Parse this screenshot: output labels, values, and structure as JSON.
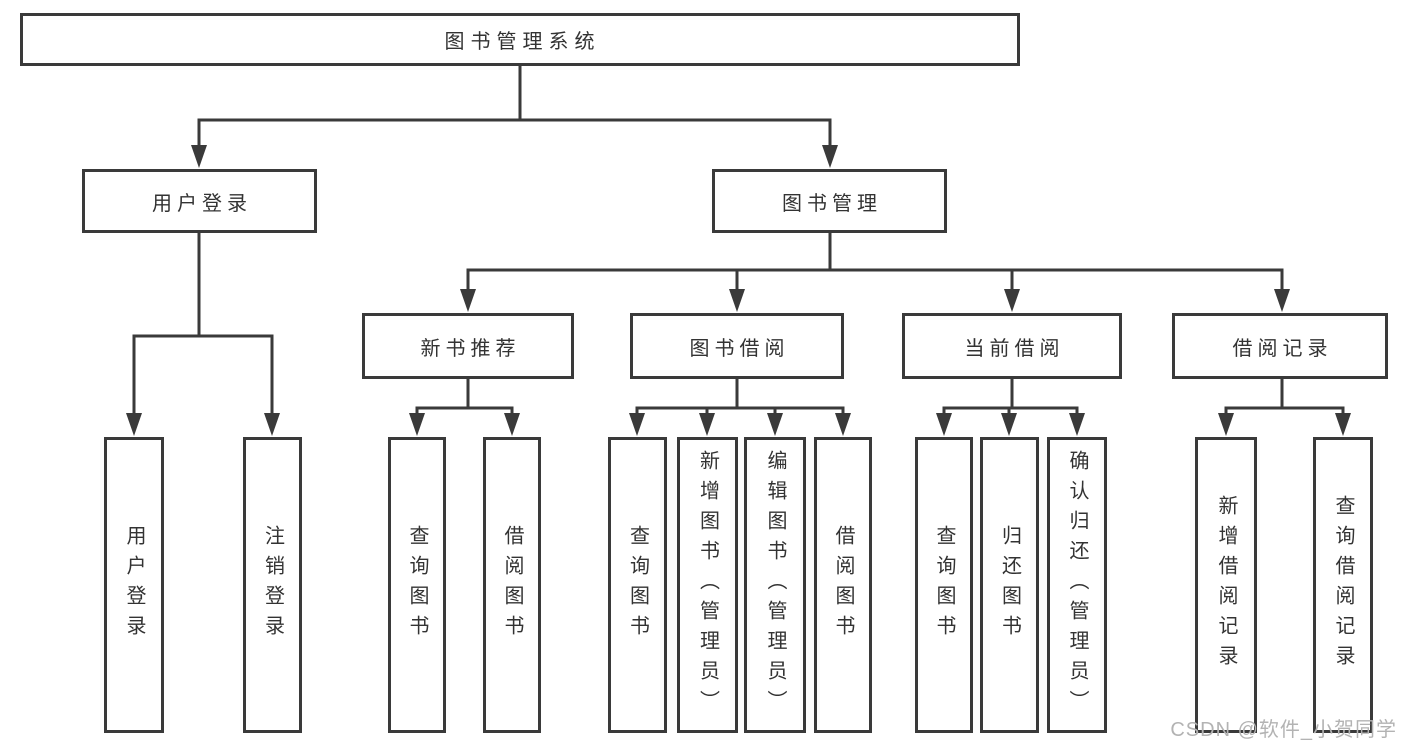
{
  "tree": {
    "root": {
      "label": "图书管理系统"
    },
    "branches": [
      {
        "label": "用户登录",
        "children": [
          {
            "label": "用户登录"
          },
          {
            "label": "注销登录"
          }
        ]
      },
      {
        "label": "图书管理",
        "children": [
          {
            "label": "新书推荐",
            "children": [
              {
                "label": "查询图书"
              },
              {
                "label": "借阅图书"
              }
            ]
          },
          {
            "label": "图书借阅",
            "children": [
              {
                "label": "查询图书"
              },
              {
                "label": "新增图书（管理员）"
              },
              {
                "label": "编辑图书（管理员）"
              },
              {
                "label": "借阅图书"
              }
            ]
          },
          {
            "label": "当前借阅",
            "children": [
              {
                "label": "查询图书"
              },
              {
                "label": "归还图书"
              },
              {
                "label": "确认归还（管理员）"
              }
            ]
          },
          {
            "label": "借阅记录",
            "children": [
              {
                "label": "新增借阅记录"
              },
              {
                "label": "查询借阅记录"
              }
            ]
          }
        ]
      }
    ]
  },
  "watermark": {
    "text": "CSDN @软件_小贺同学"
  },
  "colors": {
    "line": "#3a3a3a",
    "box_border": "#3a3a3a",
    "text": "#333333",
    "watermark": "#b3b3b3",
    "background": "#ffffff"
  }
}
